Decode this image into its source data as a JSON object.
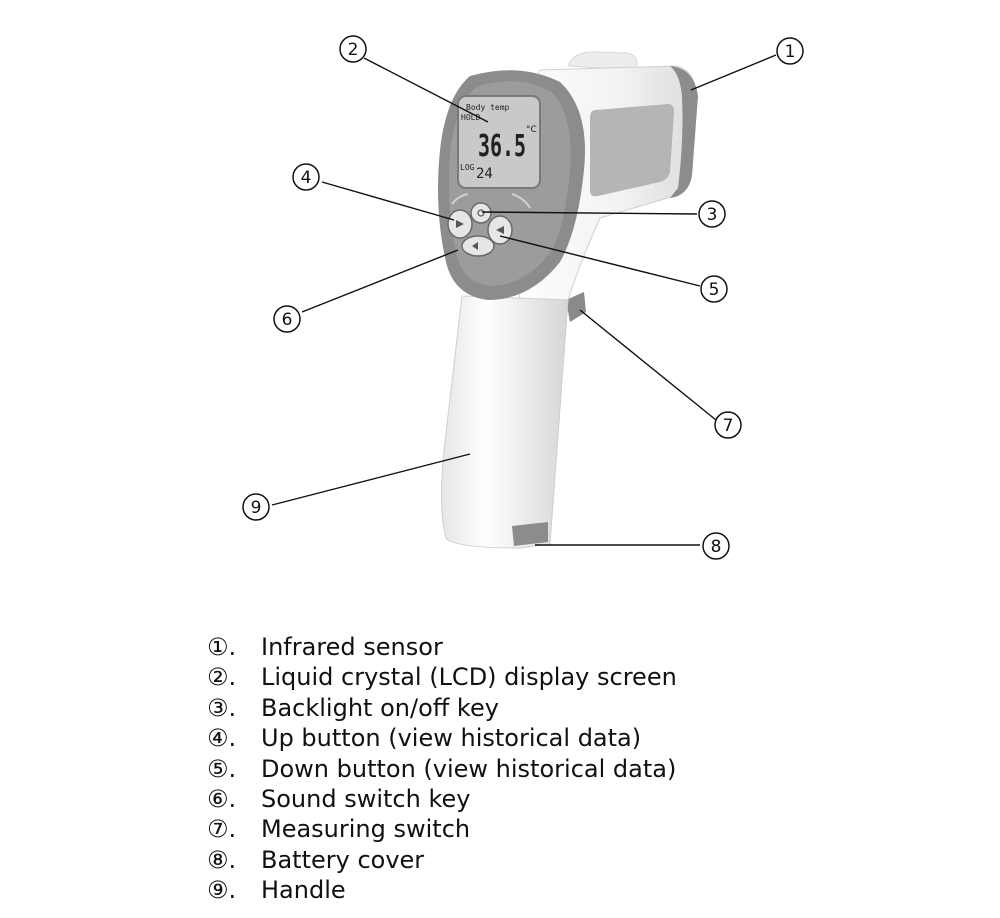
{
  "lcd": {
    "mode_label": "Body temp",
    "hold_label": "HOLD",
    "reading": "36.5",
    "unit": "°C",
    "log_label": "LOG",
    "log_number": "24"
  },
  "callouts": [
    {
      "id": "1",
      "num": "①"
    },
    {
      "id": "2",
      "num": "②"
    },
    {
      "id": "3",
      "num": "③"
    },
    {
      "id": "4",
      "num": "④"
    },
    {
      "id": "5",
      "num": "⑤"
    },
    {
      "id": "6",
      "num": "⑥"
    },
    {
      "id": "7",
      "num": "⑦"
    },
    {
      "id": "8",
      "num": "⑧"
    },
    {
      "id": "9",
      "num": "⑨"
    }
  ],
  "legend": [
    {
      "num": "①.",
      "text": "Infrared sensor"
    },
    {
      "num": "②.",
      "text": "Liquid crystal (LCD) display screen"
    },
    {
      "num": "③.",
      "text": "Backlight on/off key"
    },
    {
      "num": "④.",
      "text": "Up button (view historical data)"
    },
    {
      "num": "⑤.",
      "text": "Down button (view historical data)"
    },
    {
      "num": "⑥.",
      "text": "Sound switch key"
    },
    {
      "num": "⑦.",
      "text": "Measuring switch"
    },
    {
      "num": "⑧.",
      "text": "Battery cover"
    },
    {
      "num": "⑨.",
      "text": "Handle"
    }
  ],
  "colors": {
    "body": "#f2f2f2",
    "trim": "#8c8c8c",
    "lcd_bg": "#c9c9c9",
    "window": "#b5b5b5",
    "line": "#111111"
  }
}
